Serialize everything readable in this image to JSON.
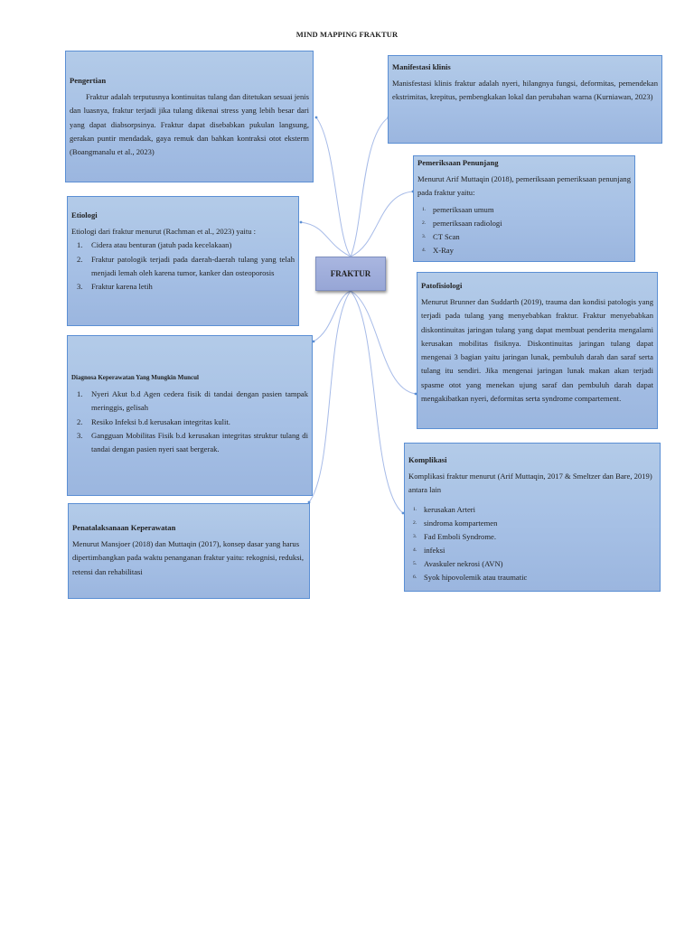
{
  "page_title": "MIND MAPPING FRAKTUR",
  "center_node": {
    "label": "FRAKTUR"
  },
  "colors": {
    "box_fill": "#a9c3e6",
    "box_border": "#5b8fd4",
    "center_fill": "#a0aedb",
    "connector": "#9fb5e6"
  },
  "nodes": {
    "pengertian": {
      "heading": "Pengertian",
      "text": "Fraktur adalah terputusnya kontinuitas tulang dan ditetukan sesuai jenis dan luasnya, fraktur terjadi jika tulang dikenai stress yang lebih besar dari yang dapat diabsorpsinya. Fraktur dapat disebabkan pukulan langsung, gerakan puntir mendadak, gaya remuk dan bahkan kontraksi otot eksterm (Boangmanalu et al., 2023)"
    },
    "manifestasi": {
      "heading": "Manifestasi klinis",
      "text": "Manisfestasi klinis fraktur adalah nyeri, hilangnya fungsi, deformitas, pemendekan ekstrimitas, krepitus, pembengkakan lokal dan perubahan warna (Kurniawan, 2023)"
    },
    "etiologi": {
      "heading": "Etiologi",
      "intro": "Etiologi dari fraktur menurut (Rachman et al., 2023) yaitu :",
      "items": [
        "Cidera atau benturan (jatuh pada kecelakaan)",
        "Fraktur patologik terjadi pada daerah-daerah tulang yang telah menjadi lemah oleh karena tumor, kanker dan osteoporosis",
        "Fraktur karena letih"
      ]
    },
    "pemeriksaan": {
      "heading": "Pemeriksaan Penunjang",
      "intro": "Menurut Arif Muttaqin (2018), pemeriksaan pemeriksaan penunjang pada fraktur yaitu:",
      "items": [
        "pemeriksaan umum",
        "pemeriksaan radiologi",
        "CT Scan",
        "X-Ray"
      ]
    },
    "patofisiologi": {
      "heading": "Patofisiologi",
      "text": "Menurut Brunner dan Suddarth (2019), trauma dan kondisi patologis yang terjadi pada tulang yang menyebabkan fraktur. Fraktur menyebabkan diskontinuitas jaringan tulang yang dapat membuat penderita mengalami kerusakan mobilitas fisiknya. Diskontinuitas jaringan tulang dapat mengenai 3 bagian yaitu jaringan lunak, pembuluh darah dan saraf serta tulang itu sendiri. Jika mengenai jaringan lunak makan akan terjadi spasme otot yang menekan ujung saraf dan pembuluh darah dapat mengakibatkan nyeri, deformitas serta syndrome compartement."
    },
    "diagnosa": {
      "heading": "Diagnosa Keperawatan Yang Mungkin Muncul",
      "items": [
        "Nyeri Akut b.d Agen cedera fisik di tandai dengan pasien tampak meringgis, gelisah",
        "Resiko Infeksi b.d kerusakan integritas kulit.",
        "Gangguan Mobilitas Fisik b.d kerusakan integritas struktur tulang di tandai dengan pasien nyeri saat bergerak."
      ]
    },
    "komplikasi": {
      "heading": "Komplikasi",
      "intro": "Komplikasi fraktur menurut (Arif Muttaqin, 2017 & Smeltzer dan Bare, 2019) antara lain",
      "items": [
        "kerusakan Arteri",
        "sindroma kompartemen",
        "Fad Emboli Syndrome.",
        "infeksi",
        "Avaskuler nekrosi (AVN)",
        "Syok hipovolemik atau traumatic"
      ]
    },
    "penatalaksanaan": {
      "heading": "Penatalaksanaan Keperawatan",
      "text": "Menurut Mansjoer (2018) dan Muttaqin (2017), konsep dasar yang harus dipertimbangkan pada waktu penanganan fraktur yaitu: rekognisi, reduksi, retensi dan rehabilitasi"
    }
  }
}
